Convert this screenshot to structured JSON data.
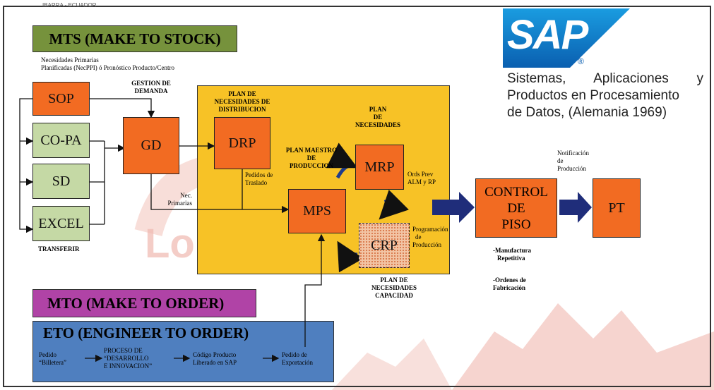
{
  "header_note": "IBARRA - ECUADOR",
  "mts": {
    "title": "MTS (MAKE TO STOCK)",
    "line1": "Necesidades Primarias",
    "line2": "Planificadas (NecPPI) ó Pronóstico Producto/Centro"
  },
  "sap": {
    "logo": "SAP",
    "registered": "®",
    "line1": "Sistemas, Aplicaciones y",
    "line2": "Productos en Procesamiento",
    "line3": "de Datos, (Alemania 1969)"
  },
  "left_boxes": {
    "sop": "SOP",
    "copa": "CO-PA",
    "sd": "SD",
    "excel": "EXCEL",
    "transferir": "TRANSFERIR"
  },
  "gestion": {
    "line1": "GESTION DE",
    "line2": "DEMANDA"
  },
  "gd": "GD",
  "nec_primarias": {
    "line1": "Nec.",
    "line2": "Primarias"
  },
  "plan_distribucion": {
    "line1": "PLAN DE",
    "line2": "NECESIDADES DE",
    "line3": "DISTRIBUCION"
  },
  "drp": "DRP",
  "pedidos": {
    "line1": "Pedidos de",
    "line2": "Traslado"
  },
  "plan_necesidades": {
    "line1": "PLAN",
    "line2": "DE",
    "line3": "NECESIDADES"
  },
  "plan_maestro": {
    "line1": "PLAN MAESTRO",
    "line2": "DE",
    "line3": "PRODUCCION"
  },
  "mrp": "MRP",
  "mps": "MPS",
  "crp": "CRP",
  "ords": {
    "line1": "Ords Prev",
    "line2": "ALM y RP"
  },
  "programacion": {
    "line1": "Programación",
    "line2": "de",
    "line3": "Producción"
  },
  "plan_capacidad": {
    "line1": "PLAN DE",
    "line2": "NECESIDADES",
    "line3": "CAPACIDAD"
  },
  "control": {
    "line1": "CONTROL",
    "line2": "DE",
    "line3": "PISO"
  },
  "pt": "PT",
  "notificacion": {
    "line1": "Notificación",
    "line2": "de",
    "line3": "Producción"
  },
  "manufactura": {
    "line1": "-Manufactura",
    "line2": "Repetitiva"
  },
  "ordenes": {
    "line1": "-Ordenes de",
    "line2": "Fabricación"
  },
  "mto": "MTO (MAKE TO ORDER)",
  "eto": {
    "title": "ETO (ENGINEER TO ORDER)",
    "step1": {
      "line1": "Pedido",
      "line2": "“Billetera”"
    },
    "step2": {
      "line1": "PROCESO DE",
      "line2": "“DESARROLLO",
      "line3": "E INNOVACION”"
    },
    "step3": {
      "line1": "Código Producto",
      "line2": "Liberado en SAP"
    },
    "step4": {
      "line1": "Pedido de",
      "line2": "Exportación"
    }
  },
  "colors": {
    "orange": "#f26b22",
    "green": "#c5d9a5",
    "yellow": "#f7c226",
    "mts_green": "#76923c",
    "mto_purple": "#b043a6",
    "eto_blue": "#4f7fbf",
    "navy": "#1f2d7a",
    "sap_blue": "#0a7ac9"
  }
}
